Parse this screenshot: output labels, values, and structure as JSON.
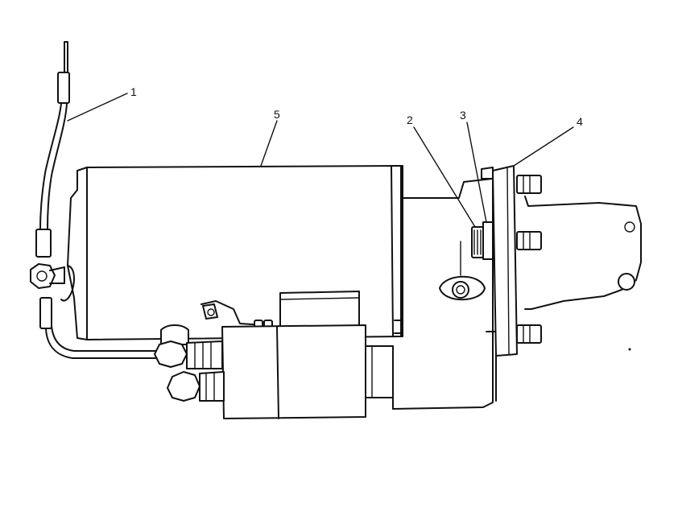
{
  "diagram": {
    "callouts": [
      "1",
      "2",
      "3",
      "4",
      "5"
    ]
  }
}
